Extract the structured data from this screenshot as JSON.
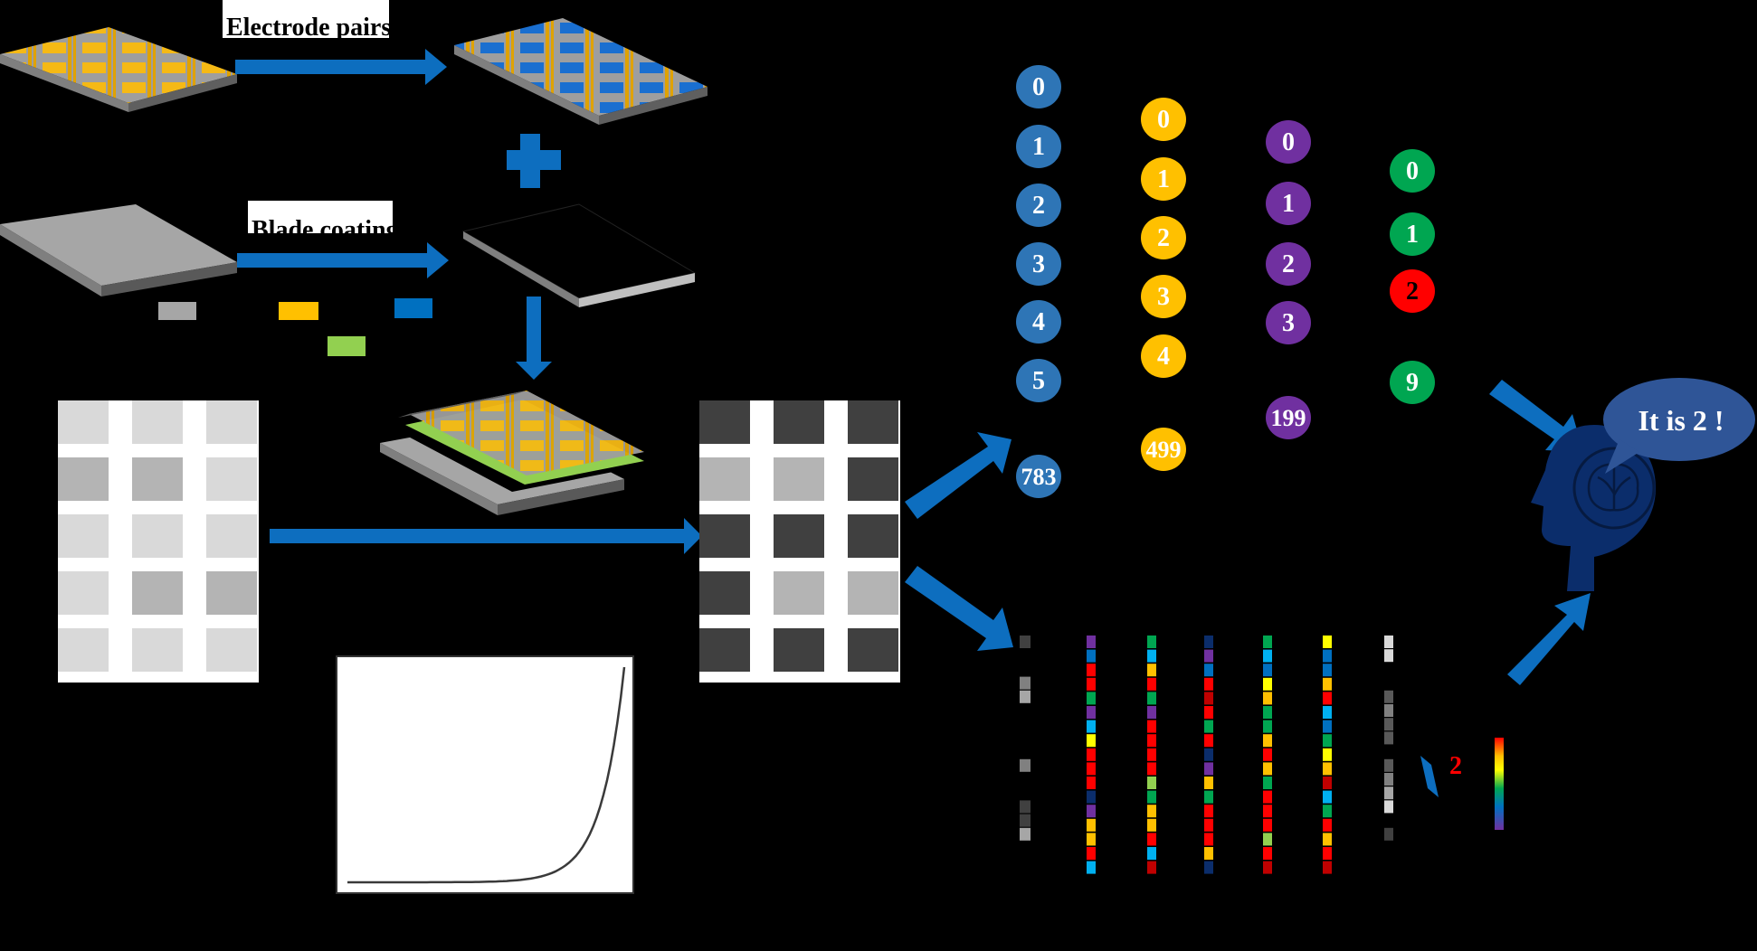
{
  "labels": {
    "electrode": "Electrode pairs",
    "blade": "Blade coating",
    "speech": "It is 2 !",
    "predicted": "2"
  },
  "colors": {
    "bg": "#000000",
    "arrow": "#0d6ebf",
    "gold": "#f5b915",
    "gray_swatch": "#a6a6a6",
    "yellow_swatch": "#ffc000",
    "green_swatch": "#92d050",
    "blue_swatch": "#0070c0",
    "input_node": "#2e75b6",
    "hidden1_node": "#ffc000",
    "hidden2_node": "#7030a0",
    "output_node": "#00a651",
    "highlight_node": "#ff0000",
    "head": "#0b2d6b",
    "bubble": "#2f5597"
  },
  "input_layer": [
    "0",
    "1",
    "2",
    "3",
    "4",
    "5",
    "783"
  ],
  "hidden_layer_1": [
    "0",
    "1",
    "2",
    "3",
    "4",
    "499"
  ],
  "hidden_layer_2": [
    "0",
    "1",
    "2",
    "3",
    "199"
  ],
  "output_layer": [
    "0",
    "1",
    "2",
    "9"
  ],
  "highlighted_output": "2",
  "left_grid_shades": [
    [
      "#d9d9d9",
      "#d9d9d9",
      "#d9d9d9"
    ],
    [
      "#b4b4b4",
      "#b4b4b4",
      "#d9d9d9"
    ],
    [
      "#d9d9d9",
      "#d9d9d9",
      "#d9d9d9"
    ],
    [
      "#d9d9d9",
      "#b4b4b4",
      "#b4b4b4"
    ],
    [
      "#d9d9d9",
      "#d9d9d9",
      "#d9d9d9"
    ]
  ],
  "right_grid_shades": [
    [
      "#404040",
      "#404040",
      "#404040"
    ],
    [
      "#b4b4b4",
      "#b4b4b4",
      "#404040"
    ],
    [
      "#404040",
      "#404040",
      "#404040"
    ],
    [
      "#404040",
      "#b4b4b4",
      "#b4b4b4"
    ],
    [
      "#404040",
      "#404040",
      "#404040"
    ]
  ],
  "weight_columns": [
    [
      "#7030a0",
      "#0070c0",
      "#ff0000",
      "#ff0000",
      "#00a651",
      "#7030a0",
      "#00b0f0",
      "#ffff00",
      "#ff0000",
      "#ff0000",
      "#ff0000",
      "#0b2d6b",
      "#7030a0",
      "#ffc000",
      "#ffc000",
      "#ff0000",
      "#00b0f0"
    ],
    [
      "#00a651",
      "#00b0f0",
      "#ffc000",
      "#ff0000",
      "#00a651",
      "#7030a0",
      "#ff0000",
      "#ff0000",
      "#ff0000",
      "#ff0000",
      "#92d050",
      "#00a651",
      "#ffc000",
      "#ffc000",
      "#ff0000",
      "#00b0f0",
      "#c00000"
    ],
    [
      "#0b2d6b",
      "#7030a0",
      "#0070c0",
      "#ff0000",
      "#c00000",
      "#ff0000",
      "#00a651",
      "#ff0000",
      "#0b2d6b",
      "#7030a0",
      "#ffc000",
      "#00a651",
      "#ff0000",
      "#ff0000",
      "#ff0000",
      "#ffc000",
      "#0b2d6b"
    ],
    [
      "#00a651",
      "#00b0f0",
      "#0070c0",
      "#ffff00",
      "#ffc000",
      "#00a651",
      "#00a651",
      "#ffc000",
      "#ff0000",
      "#ffc000",
      "#00a651",
      "#ff0000",
      "#ff0000",
      "#ff0000",
      "#92d050",
      "#ff0000",
      "#c00000"
    ],
    [
      "#ffff00",
      "#0070c0",
      "#0070c0",
      "#ffc000",
      "#ff0000",
      "#00b0f0",
      "#0070c0",
      "#00a651",
      "#ffff00",
      "#ffc000",
      "#c00000",
      "#00b0f0",
      "#00a651",
      "#ff0000",
      "#ffc000",
      "#ff0000",
      "#c00000"
    ]
  ],
  "gray_column_left": [
    "#404040",
    "#000000",
    "#000000",
    "#808080",
    "#a6a6a6",
    "#000000",
    "#000000",
    "#000000",
    "#000000",
    "#808080",
    "#000000",
    "#000000",
    "#404040",
    "#404040",
    "#a6a6a6"
  ],
  "gray_column_right": [
    "#d9d9d9",
    "#d9d9d9",
    "#000000",
    "#000000",
    "#595959",
    "#808080",
    "#595959",
    "#595959",
    "#000000",
    "#595959",
    "#808080",
    "#a6a6a6",
    "#d9d9d9",
    "#000000",
    "#404040"
  ],
  "transfer_curve": {
    "type": "line",
    "shape": "exponential-rise"
  }
}
